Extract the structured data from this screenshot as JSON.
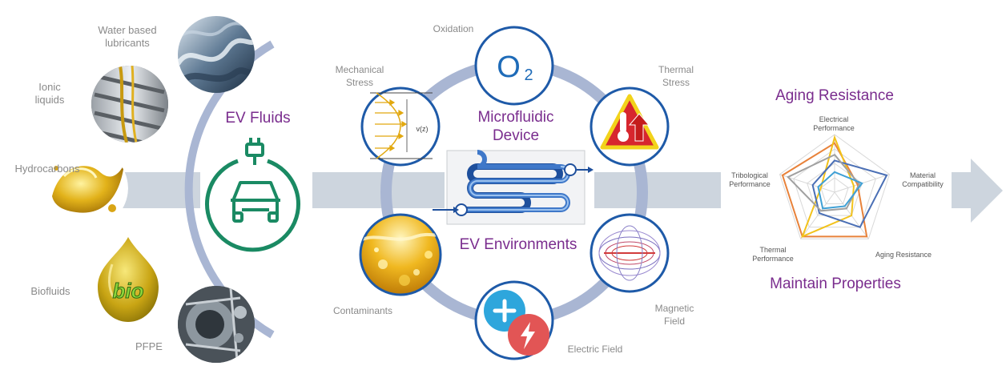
{
  "fluids": {
    "title": "EV Fluids",
    "items": [
      {
        "label": "Water based lubricants"
      },
      {
        "label": "Ionic liquids"
      },
      {
        "label": "Hydrocarbons"
      },
      {
        "label": "Biofluids"
      },
      {
        "label": "PFPE"
      }
    ],
    "bio_drop_text": "bio"
  },
  "center": {
    "top_title": "Microfluidic Device",
    "bottom_title": "EV Environments",
    "stressors": [
      {
        "label": "Oxidation"
      },
      {
        "label": "Thermal Stress"
      },
      {
        "label": "Magnetic Field"
      },
      {
        "label": "Electric Field"
      },
      {
        "label": "Contaminants"
      },
      {
        "label": "Mechanical Stress"
      }
    ],
    "oxygen_symbol": "O",
    "oxygen_subscript": "2",
    "velocity_label": "v(z)"
  },
  "results": {
    "top_title": "Aging Resistance",
    "bottom_title": "Maintain Properties"
  },
  "chart_data": {
    "type": "radar",
    "axes": [
      "Electrical Performance",
      "Material Compatibility",
      "Aging Resistance",
      "Thermal Performance",
      "Tribological Performance"
    ],
    "rings": 4,
    "max": 1.0,
    "series": [
      {
        "color": "#e8823a",
        "values": [
          0.85,
          0.42,
          0.95,
          0.95,
          0.95
        ]
      },
      {
        "color": "#f2c21b",
        "values": [
          0.95,
          0.35,
          0.5,
          0.95,
          0.25
        ]
      },
      {
        "color": "#4a6fb5",
        "values": [
          0.55,
          0.95,
          0.75,
          0.45,
          0.4
        ]
      },
      {
        "color": "#a0a0a0",
        "values": [
          0.65,
          0.45,
          0.35,
          0.4,
          0.85
        ]
      },
      {
        "color": "#3fa0d5",
        "values": [
          0.35,
          0.5,
          0.3,
          0.35,
          0.3
        ]
      }
    ]
  }
}
